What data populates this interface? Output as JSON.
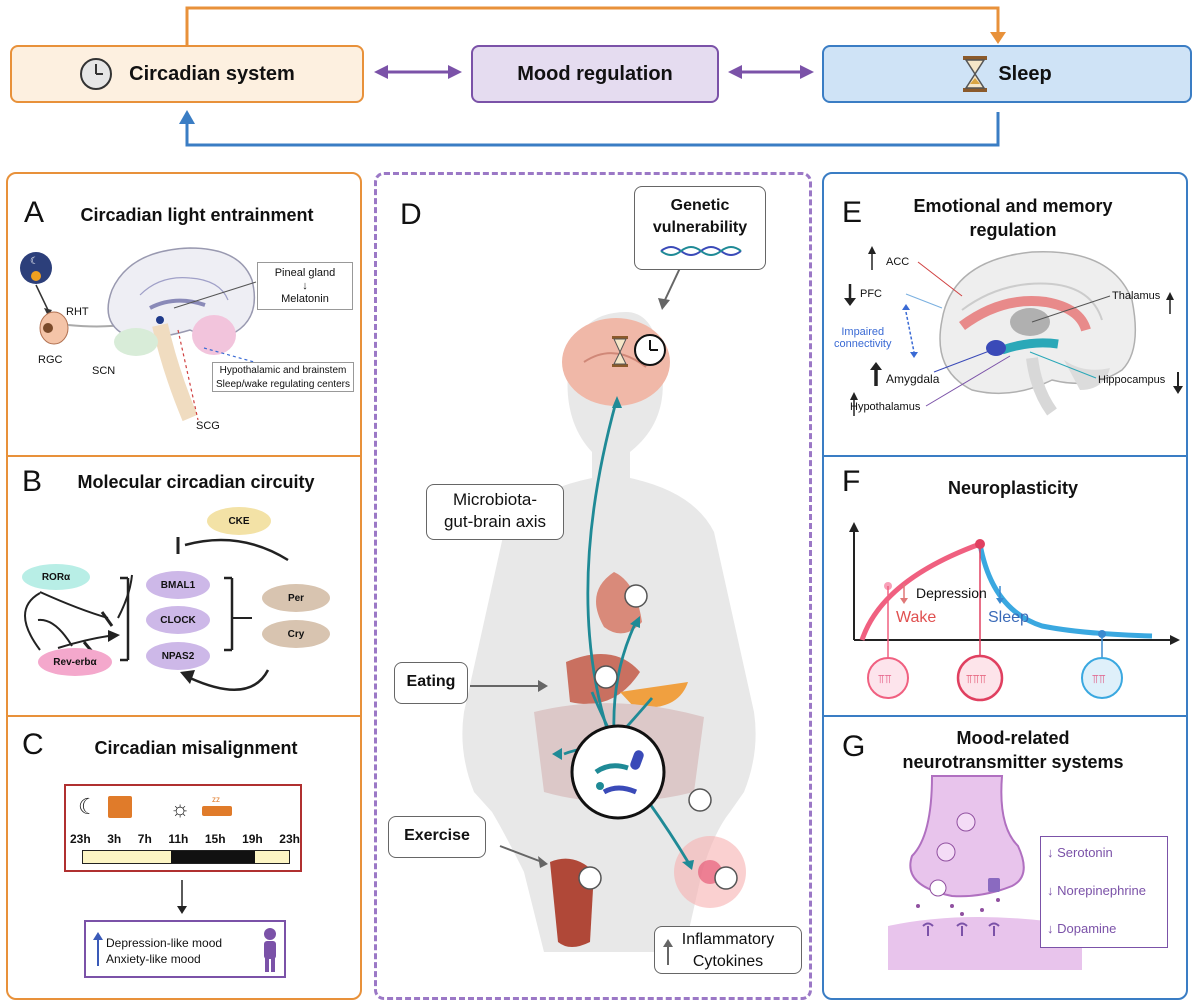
{
  "top": {
    "circadian": "Circadian system",
    "mood": "Mood regulation",
    "sleep": "Sleep"
  },
  "panelA": {
    "letter": "A",
    "title": "Circadian light entrainment",
    "pineal": "Pineal gland",
    "arrow": "↓",
    "melatonin": "Melatonin",
    "rht": "RHT",
    "rgc": "RGC",
    "scn": "SCN",
    "scg": "SCG",
    "hypo_line1": "Hypothalamic and brainstem",
    "hypo_line2": "Sleep/wake regulating centers"
  },
  "panelB": {
    "letter": "B",
    "title": "Molecular circadian circuity",
    "cke": "CKE",
    "ror": "RORα",
    "bmal1": "BMAL1",
    "clock": "CLOCK",
    "npas2": "NPAS2",
    "per": "Per",
    "cry": "Cry",
    "reverb": "Rev-erbα"
  },
  "panelC": {
    "letter": "C",
    "title": "Circadian misalignment",
    "hours": [
      "23h",
      "3h",
      "7h",
      "11h",
      "15h",
      "19h",
      "23h"
    ],
    "mood1": "Depression-like mood",
    "mood2": "Anxiety-like mood"
  },
  "panelD": {
    "letter": "D",
    "genetic_line1": "Genetic",
    "genetic_line2": "vulnerability",
    "microbiota_line1": "Microbiota-",
    "microbiota_line2": "gut-brain axis",
    "eating": "Eating",
    "exercise": "Exercise",
    "inflammatory_line1": "Inflammatory",
    "inflammatory_line2": "Cytokines"
  },
  "panelE": {
    "letter": "E",
    "title_line1": "Emotional and memory",
    "title_line2": "regulation",
    "acc": "ACC",
    "pfc": "PFC",
    "thalamus": "Thalamus",
    "impaired_line1": "Impaired",
    "impaired_line2": "connectivity",
    "amygdala": "Amygdala",
    "hippocampus": "Hippocampus",
    "hypothalamus": "Hypothalamus"
  },
  "panelF": {
    "letter": "F",
    "title": "Neuroplasticity",
    "depression": "Depression",
    "wake": "Wake",
    "sleep": "Sleep"
  },
  "panelG": {
    "letter": "G",
    "title_line1": "Mood-related",
    "title_line2": "neurotransmitter systems",
    "serotonin": "Serotonin",
    "norepinephrine": "Norepinephrine",
    "dopamine": "Dopamine"
  },
  "colors": {
    "orange": "#e8913a",
    "purple": "#7b52a8",
    "blue": "#3a7dc4",
    "teal": "#1f8a96"
  }
}
